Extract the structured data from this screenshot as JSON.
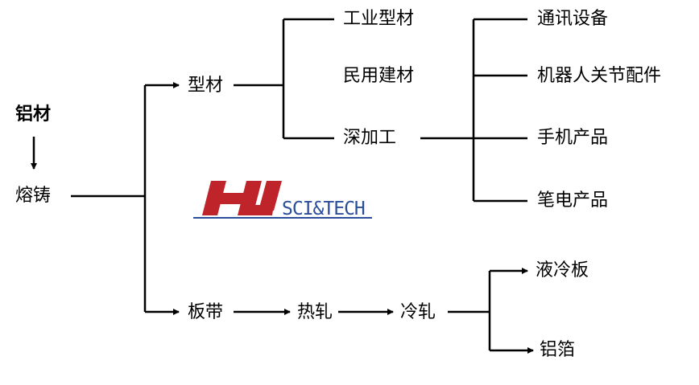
{
  "colors": {
    "line": "#000000",
    "logo_red": "#c0242b",
    "logo_blue": "#2a4e9a",
    "text": "#000000"
  },
  "nodes": {
    "aluminum": "铝材",
    "casting": "熔铸",
    "profile": "型材",
    "plate_strip": "板带",
    "industrial_profile": "工业型材",
    "civil_building": "民用建材",
    "deep_processing": "深加工",
    "communication_equipment": "通讯设备",
    "robot_joint_parts": "机器人关节配件",
    "mobile_products": "手机产品",
    "laptop_products": "笔电产品",
    "hot_rolling": "热轧",
    "cold_rolling": "冷轧",
    "liquid_cooling_plate": "液冷板",
    "aluminum_foil": "铝箔"
  },
  "logo": {
    "icon": "hj-logo-icon",
    "text": "SCI&TECH"
  }
}
